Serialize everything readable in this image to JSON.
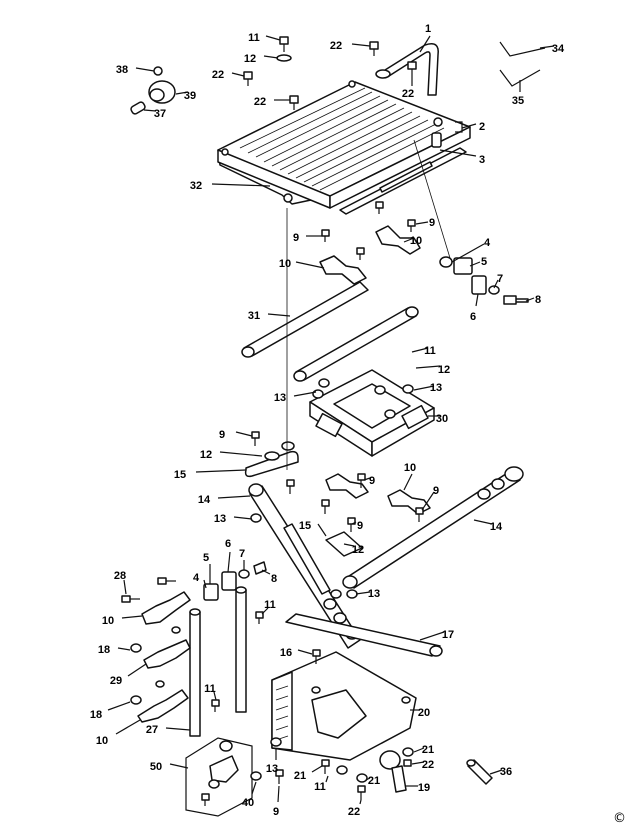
{
  "diagram": {
    "copyright_symbol": "©",
    "callouts": [
      {
        "id": "1",
        "label": "1"
      },
      {
        "id": "2",
        "label": "2"
      },
      {
        "id": "3",
        "label": "3"
      },
      {
        "id": "4a",
        "label": "4"
      },
      {
        "id": "5a",
        "label": "5"
      },
      {
        "id": "6a",
        "label": "6"
      },
      {
        "id": "7a",
        "label": "7"
      },
      {
        "id": "8a",
        "label": "8"
      },
      {
        "id": "9a",
        "label": "9"
      },
      {
        "id": "9b",
        "label": "9"
      },
      {
        "id": "10a",
        "label": "10"
      },
      {
        "id": "10b",
        "label": "10"
      },
      {
        "id": "11a",
        "label": "11"
      },
      {
        "id": "12a",
        "label": "12"
      },
      {
        "id": "22a",
        "label": "22"
      },
      {
        "id": "22b",
        "label": "22"
      },
      {
        "id": "22c",
        "label": "22"
      },
      {
        "id": "22d",
        "label": "22"
      },
      {
        "id": "32",
        "label": "32"
      },
      {
        "id": "34",
        "label": "34"
      },
      {
        "id": "35",
        "label": "35"
      },
      {
        "id": "38",
        "label": "38"
      },
      {
        "id": "39",
        "label": "39"
      },
      {
        "id": "37",
        "label": "37"
      },
      {
        "id": "31",
        "label": "31"
      },
      {
        "id": "11b",
        "label": "11"
      },
      {
        "id": "12b",
        "label": "12"
      },
      {
        "id": "13a",
        "label": "13"
      },
      {
        "id": "13b",
        "label": "13"
      },
      {
        "id": "30",
        "label": "30"
      },
      {
        "id": "9c",
        "label": "9"
      },
      {
        "id": "12c",
        "label": "12"
      },
      {
        "id": "15a",
        "label": "15"
      },
      {
        "id": "9d",
        "label": "9"
      },
      {
        "id": "10c",
        "label": "10"
      },
      {
        "id": "9e",
        "label": "9"
      },
      {
        "id": "14a",
        "label": "14"
      },
      {
        "id": "13c",
        "label": "13"
      },
      {
        "id": "15b",
        "label": "15"
      },
      {
        "id": "9f",
        "label": "9"
      },
      {
        "id": "12d",
        "label": "12"
      },
      {
        "id": "14b",
        "label": "14"
      },
      {
        "id": "28",
        "label": "28"
      },
      {
        "id": "5b",
        "label": "5"
      },
      {
        "id": "6b",
        "label": "6"
      },
      {
        "id": "7b",
        "label": "7"
      },
      {
        "id": "4b",
        "label": "4"
      },
      {
        "id": "8b",
        "label": "8"
      },
      {
        "id": "10d",
        "label": "10"
      },
      {
        "id": "11c",
        "label": "11"
      },
      {
        "id": "13d",
        "label": "13"
      },
      {
        "id": "17",
        "label": "17"
      },
      {
        "id": "18a",
        "label": "18"
      },
      {
        "id": "16",
        "label": "16"
      },
      {
        "id": "29",
        "label": "29"
      },
      {
        "id": "11d",
        "label": "11"
      },
      {
        "id": "18b",
        "label": "18"
      },
      {
        "id": "10e",
        "label": "10"
      },
      {
        "id": "27",
        "label": "27"
      },
      {
        "id": "20",
        "label": "20"
      },
      {
        "id": "50",
        "label": "50"
      },
      {
        "id": "13e",
        "label": "13"
      },
      {
        "id": "21a",
        "label": "21"
      },
      {
        "id": "22e",
        "label": "22"
      },
      {
        "id": "36",
        "label": "36"
      },
      {
        "id": "21b",
        "label": "21"
      },
      {
        "id": "11e",
        "label": "11"
      },
      {
        "id": "21c",
        "label": "21"
      },
      {
        "id": "19",
        "label": "19"
      },
      {
        "id": "40",
        "label": "40"
      },
      {
        "id": "9g",
        "label": "9"
      },
      {
        "id": "22f",
        "label": "22"
      }
    ]
  }
}
